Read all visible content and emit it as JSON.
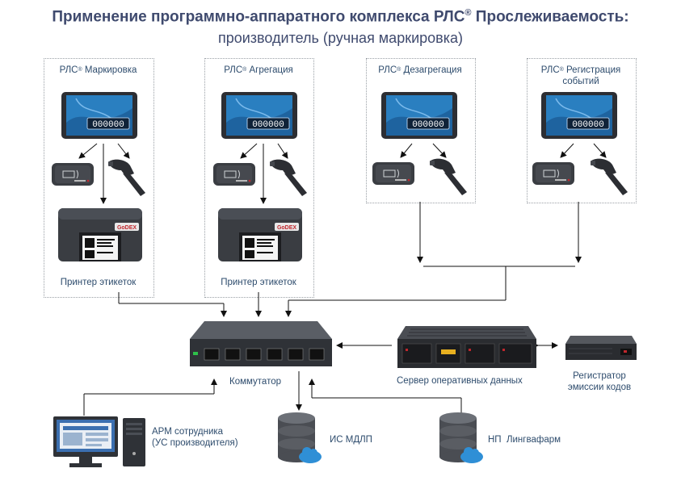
{
  "title": {
    "line1_main": "Применение программно-аппаратного комплекса РЛС",
    "line1_reg": "®",
    "line1_tail": " Прослеживаемость:",
    "line2": "производитель (ручная маркировка)"
  },
  "panels": [
    {
      "prefix": "РЛС",
      "reg": "®",
      "name": " Маркировка",
      "printer_label": "Принтер этикеток"
    },
    {
      "prefix": "РЛС",
      "reg": "®",
      "name": " Агрегация",
      "printer_label": "Принтер этикеток"
    },
    {
      "prefix": "РЛС",
      "reg": "®",
      "name": " Дезагрегация"
    },
    {
      "prefix": "РЛС",
      "reg": "®",
      "name": " Регистрация",
      "name2": "событий"
    }
  ],
  "tablet_screen_text": "000000",
  "printer_brand": "GoDEX",
  "nodes": {
    "switch": "Коммутатор",
    "server": "Сервер оперативных данных",
    "registrar_line1": "Регистратор",
    "registrar_line2": "эмиссии кодов",
    "arm_line1": "АРМ сотрудника",
    "arm_line2": "(УС производителя)",
    "is_mdlp": "ИС МДЛП",
    "np": "НП  Лингвафарм"
  },
  "colors": {
    "text": "#2e4c6d",
    "title": "#3f4a6e",
    "device_dark": "#3a3d42",
    "screen_blue": "#2a7fc0",
    "cloud": "#2f8fd6"
  }
}
